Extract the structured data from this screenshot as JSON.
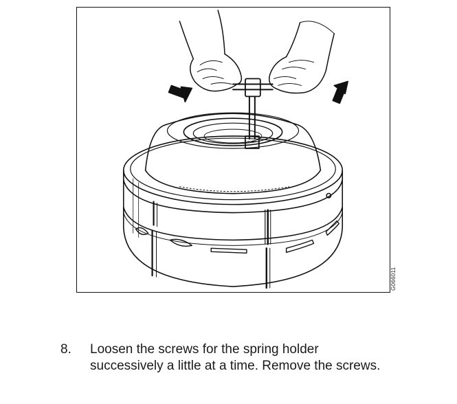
{
  "figure": {
    "code": "G066011"
  },
  "instruction": {
    "number": "8.",
    "text": "Loosen the screws for the spring holder successively a little at a time. Remove the screws."
  },
  "colors": {
    "ink": "#111111",
    "paper": "#ffffff"
  }
}
